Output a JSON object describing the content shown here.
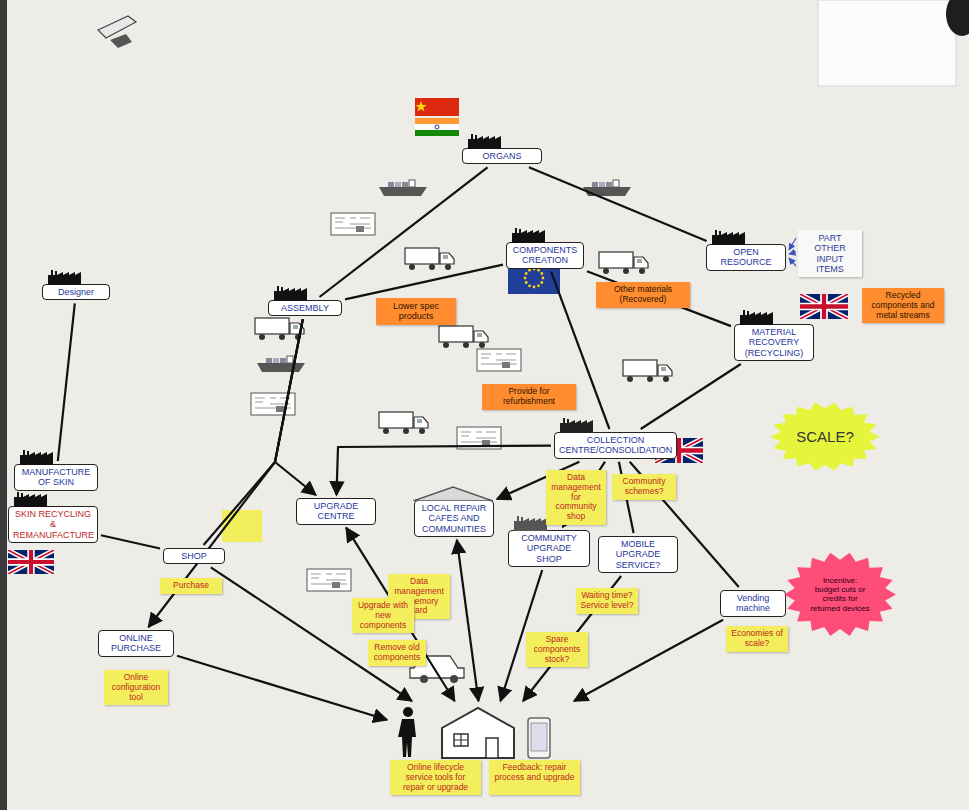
{
  "diagram": {
    "nodes": [
      {
        "text": [
          "ORGANS"
        ]
      },
      {
        "text": [
          "ASSEMBLY"
        ]
      },
      {
        "text": [
          "COMPONENTS CREATION"
        ]
      },
      {
        "text": [
          "OPEN RESOURCE"
        ]
      },
      {
        "text": [
          "MATERIAL RECOVERY (RECYCLING)"
        ]
      },
      {
        "text": [
          "COLLECTION CENTRE/CONSOLIDATION"
        ]
      },
      {
        "text": [
          "Designer"
        ]
      },
      {
        "text": [
          "MANUFACTURE OF SKIN"
        ]
      },
      {
        "text": [
          "SKIN RECYCLING & REMANUFACTURE"
        ]
      },
      {
        "text": [
          "SHOP"
        ]
      },
      {
        "text": [
          "ONLINE PURCHASE"
        ]
      },
      {
        "text": [
          "UPGRADE CENTRE"
        ]
      },
      {
        "text": [
          "LOCAL REPAIR CAFES AND COMMUNITIES"
        ]
      },
      {
        "text": [
          "COMMUNITY UPGRADE SHOP"
        ]
      },
      {
        "text": [
          "MOBILE UPGRADE SERVICE?"
        ]
      },
      {
        "text": [
          "Vending machine"
        ]
      },
      {
        "text": [
          "Online lifecycle service tools for repair or upgrade",
          "Feedback: repair process and upgrade"
        ]
      }
    ],
    "edges": [
      {
        "from": 0,
        "to": 1,
        "arrow": "none"
      },
      {
        "from": 0,
        "to": 3,
        "arrow": "none"
      },
      {
        "from": 1,
        "to": 2,
        "arrow": "none"
      },
      {
        "from": 2,
        "to": 4,
        "arrow": "none"
      },
      {
        "from": 4,
        "to": 5,
        "arrow": "none"
      },
      {
        "from": 5,
        "to": 2,
        "arrow": "none"
      },
      {
        "from": 6,
        "to": 7,
        "arrow": "none"
      },
      {
        "from": 8,
        "to": 9,
        "arrow": "none"
      },
      {
        "from": 1,
        "to": 9,
        "arrow": "none"
      },
      {
        "from": 1,
        "to": 10,
        "arrow": "to"
      },
      {
        "from": 1,
        "to": 11,
        "arrow": "to"
      },
      {
        "from": 5,
        "to": 11,
        "arrow": "to"
      },
      {
        "from": 5,
        "to": 12,
        "arrow": "to"
      },
      {
        "from": 5,
        "to": 13,
        "arrow": "to"
      },
      {
        "from": 5,
        "to": 14,
        "arrow": "none"
      },
      {
        "from": 5,
        "to": 15,
        "arrow": "none"
      },
      {
        "from": 9,
        "to": 16,
        "arrow": "to"
      },
      {
        "from": 10,
        "to": 16,
        "arrow": "to"
      },
      {
        "from": 11,
        "to": 16,
        "arrow": "both"
      },
      {
        "from": 12,
        "to": 16,
        "arrow": "both"
      },
      {
        "from": 13,
        "to": 16,
        "arrow": "to"
      },
      {
        "from": 14,
        "to": 16,
        "arrow": "to"
      },
      {
        "from": 15,
        "to": 16,
        "arrow": "to"
      }
    ],
    "labels": [
      "PART OTHER INPUT ITEMS",
      "Lower spec products",
      "Other materials (Recovered)",
      "Recycled components and metal streams",
      "Provide for refurbishment",
      "SCALE?",
      "Incentive: budget cuts or credits for returned devices",
      "Purchase",
      "Online configuration tool",
      "Data management & memory card",
      "Upgrade with new components",
      "Remove old components",
      "Data management for community shop",
      "Community schemes?",
      "Waiting time? Service level?",
      "Spare components stock?",
      "Economies of scale?"
    ]
  }
}
